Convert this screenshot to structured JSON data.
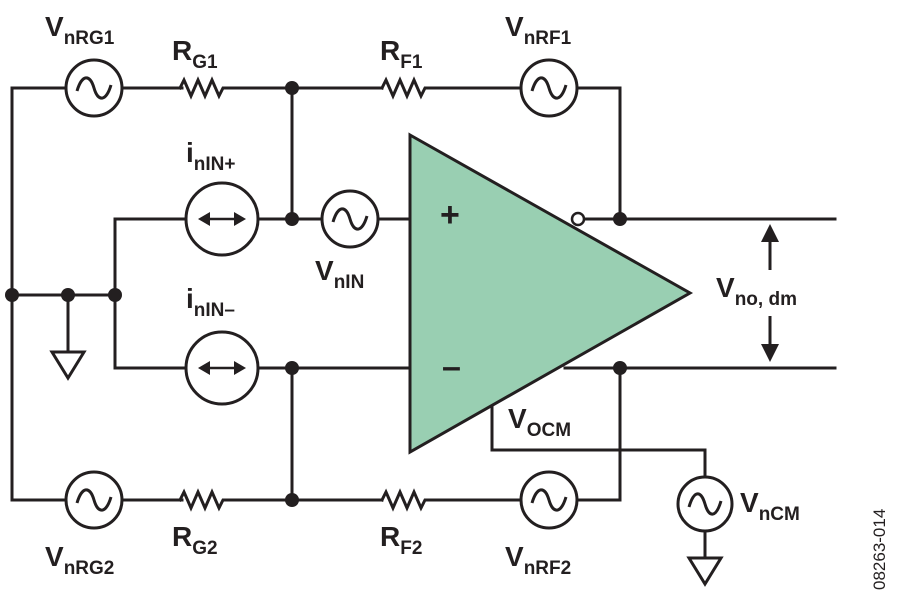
{
  "colors": {
    "opamp_fill": "#99cfb2",
    "ink": "#231f20"
  },
  "labels": {
    "vnrg1": {
      "main": "V",
      "sub": "nRG1"
    },
    "rg1": {
      "main": "R",
      "sub": "G1"
    },
    "rf1": {
      "main": "R",
      "sub": "F1"
    },
    "vnrf1": {
      "main": "V",
      "sub": "nRF1"
    },
    "inin_plus": {
      "main": "i",
      "sub": "nIN+"
    },
    "vnin": {
      "main": "V",
      "sub": "nIN"
    },
    "inin_minus": {
      "main": "i",
      "sub": "nIN–"
    },
    "vno_dm": {
      "main": "V",
      "sub": "no, dm"
    },
    "vocm": {
      "main": "V",
      "sub": "OCM"
    },
    "vncm": {
      "main": "V",
      "sub": "nCM"
    },
    "vnrg2": {
      "main": "V",
      "sub": "nRG2"
    },
    "rg2": {
      "main": "R",
      "sub": "G2"
    },
    "rf2": {
      "main": "R",
      "sub": "F2"
    },
    "vnrf2": {
      "main": "V",
      "sub": "nRF2"
    }
  },
  "opamp": {
    "plus_sign": "+",
    "minus_sign": "–"
  },
  "figure_id": "08263-014",
  "icons": [
    "voltage-noise-source-icon",
    "current-noise-source-icon",
    "resistor-icon",
    "ground-icon",
    "op-amp-icon"
  ]
}
